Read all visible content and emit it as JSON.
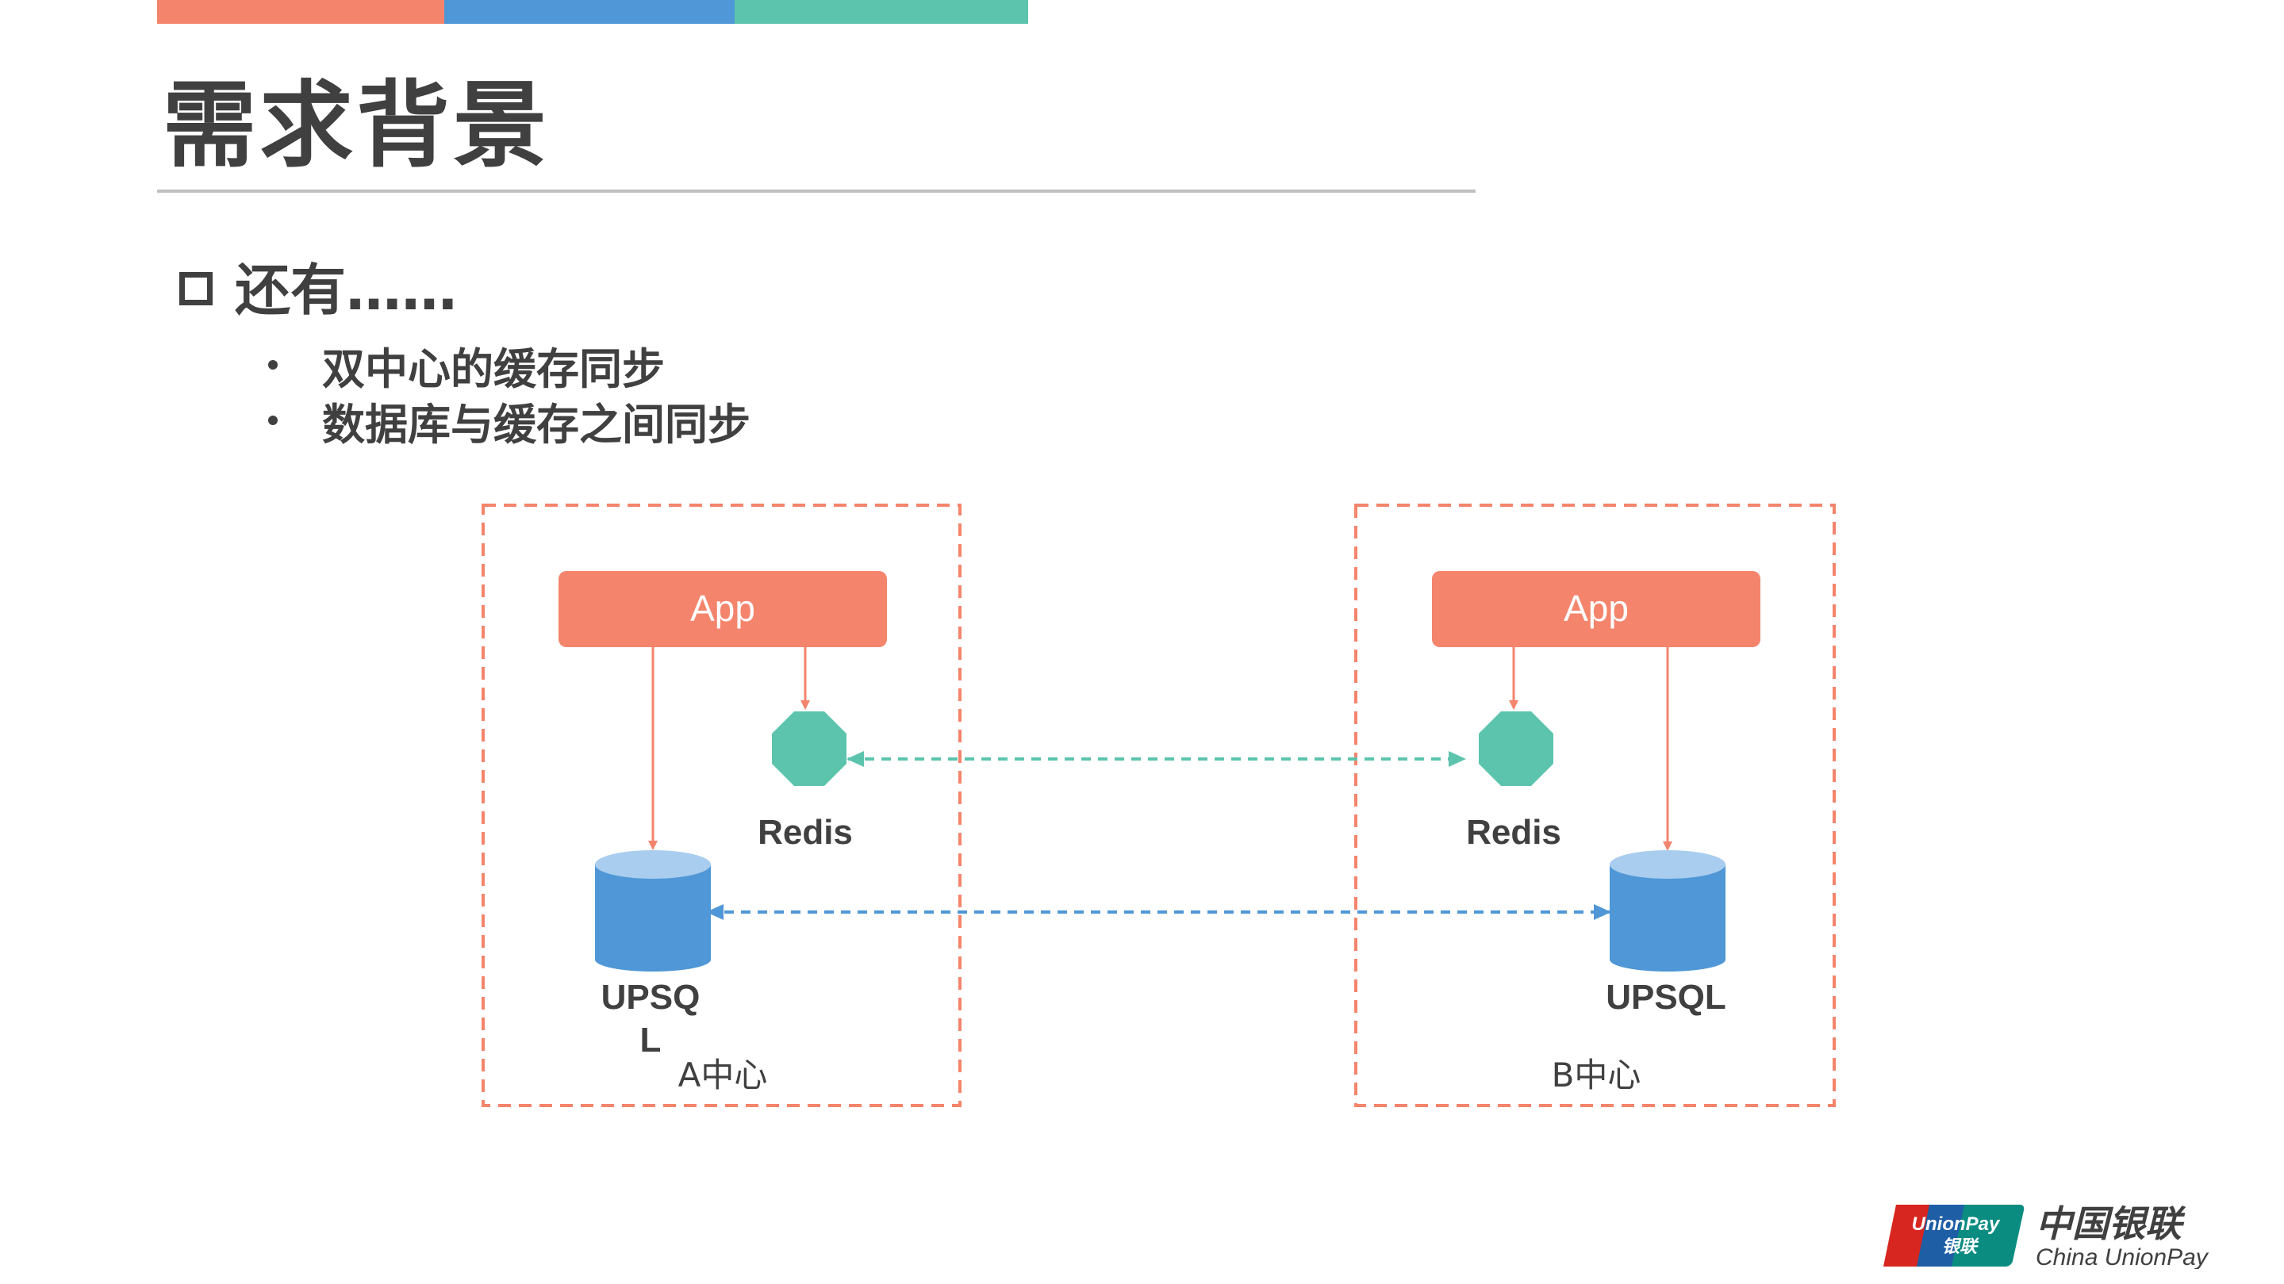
{
  "colors": {
    "orange": "#f4846c",
    "blue": "#4f97d6",
    "teal": "#5cc4ad",
    "text": "#404040"
  },
  "title": "需求背景",
  "section": {
    "heading": "还有……",
    "bullets": [
      "双中心的缓存同步",
      "数据库与缓存之间同步"
    ]
  },
  "diagram": {
    "center_a": {
      "label": "A中心",
      "app_label": "App",
      "redis_label": "Redis",
      "db_label_line1": "UPSQ",
      "db_label_line2": "L"
    },
    "center_b": {
      "label": "B中心",
      "app_label": "App",
      "redis_label": "Redis",
      "db_label": "UPSQL"
    }
  },
  "logo": {
    "badge_line1": "UnionPay",
    "badge_line2": "银联",
    "name_cn": "中国银联",
    "name_en": "China UnionPay"
  }
}
